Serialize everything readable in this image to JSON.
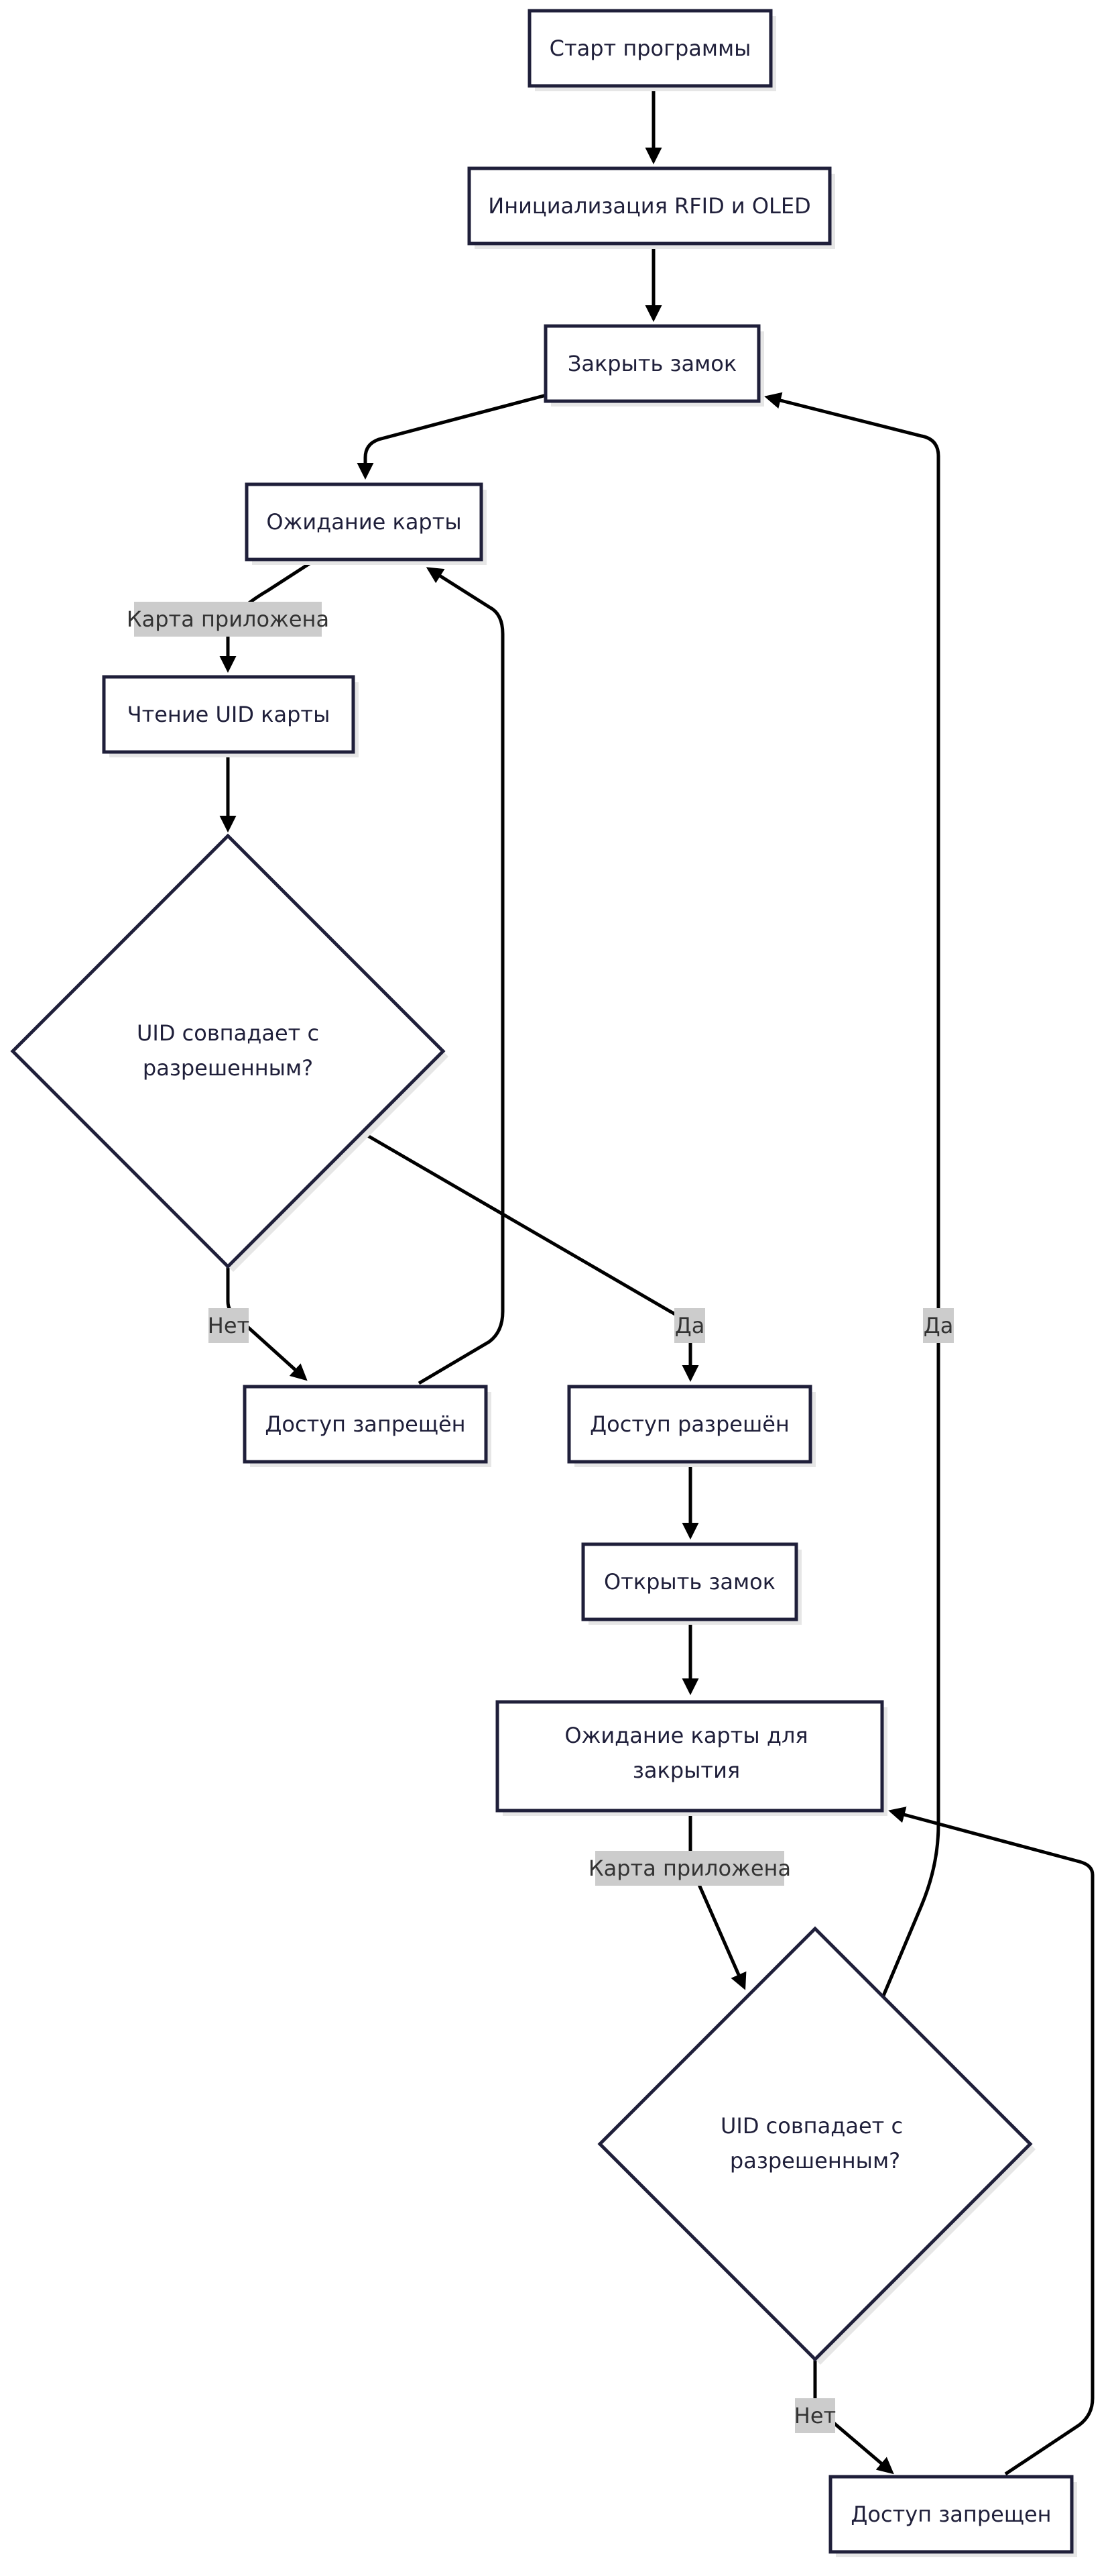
{
  "nodes": {
    "start": "Старт программы",
    "init": "Инициализация RFID и OLED",
    "lock": "Закрыть замок",
    "wait_card": "Ожидание карты",
    "read_uid": "Чтение UID карты",
    "check1_line1": "UID совпадает с",
    "check1_line2": "разрешенным?",
    "denied1": "Доступ запрещён",
    "granted": "Доступ разрешён",
    "open_lock": "Открыть замок",
    "wait_close_line1": "Ожидание карты для",
    "wait_close_line2": "закрытия",
    "check2_line1": "UID совпадает с",
    "check2_line2": "разрешенным?",
    "denied2": "Доступ запрещен"
  },
  "edge_labels": {
    "card_applied_1": "Карта приложена",
    "no_1": "Нет",
    "yes_1": "Да",
    "yes_2": "Да",
    "card_applied_2": "Карта приложена",
    "no_2": "Нет"
  },
  "colors": {
    "node_stroke": "#1f1f3a",
    "edge": "#000000",
    "label_bg": "#cccccc"
  }
}
